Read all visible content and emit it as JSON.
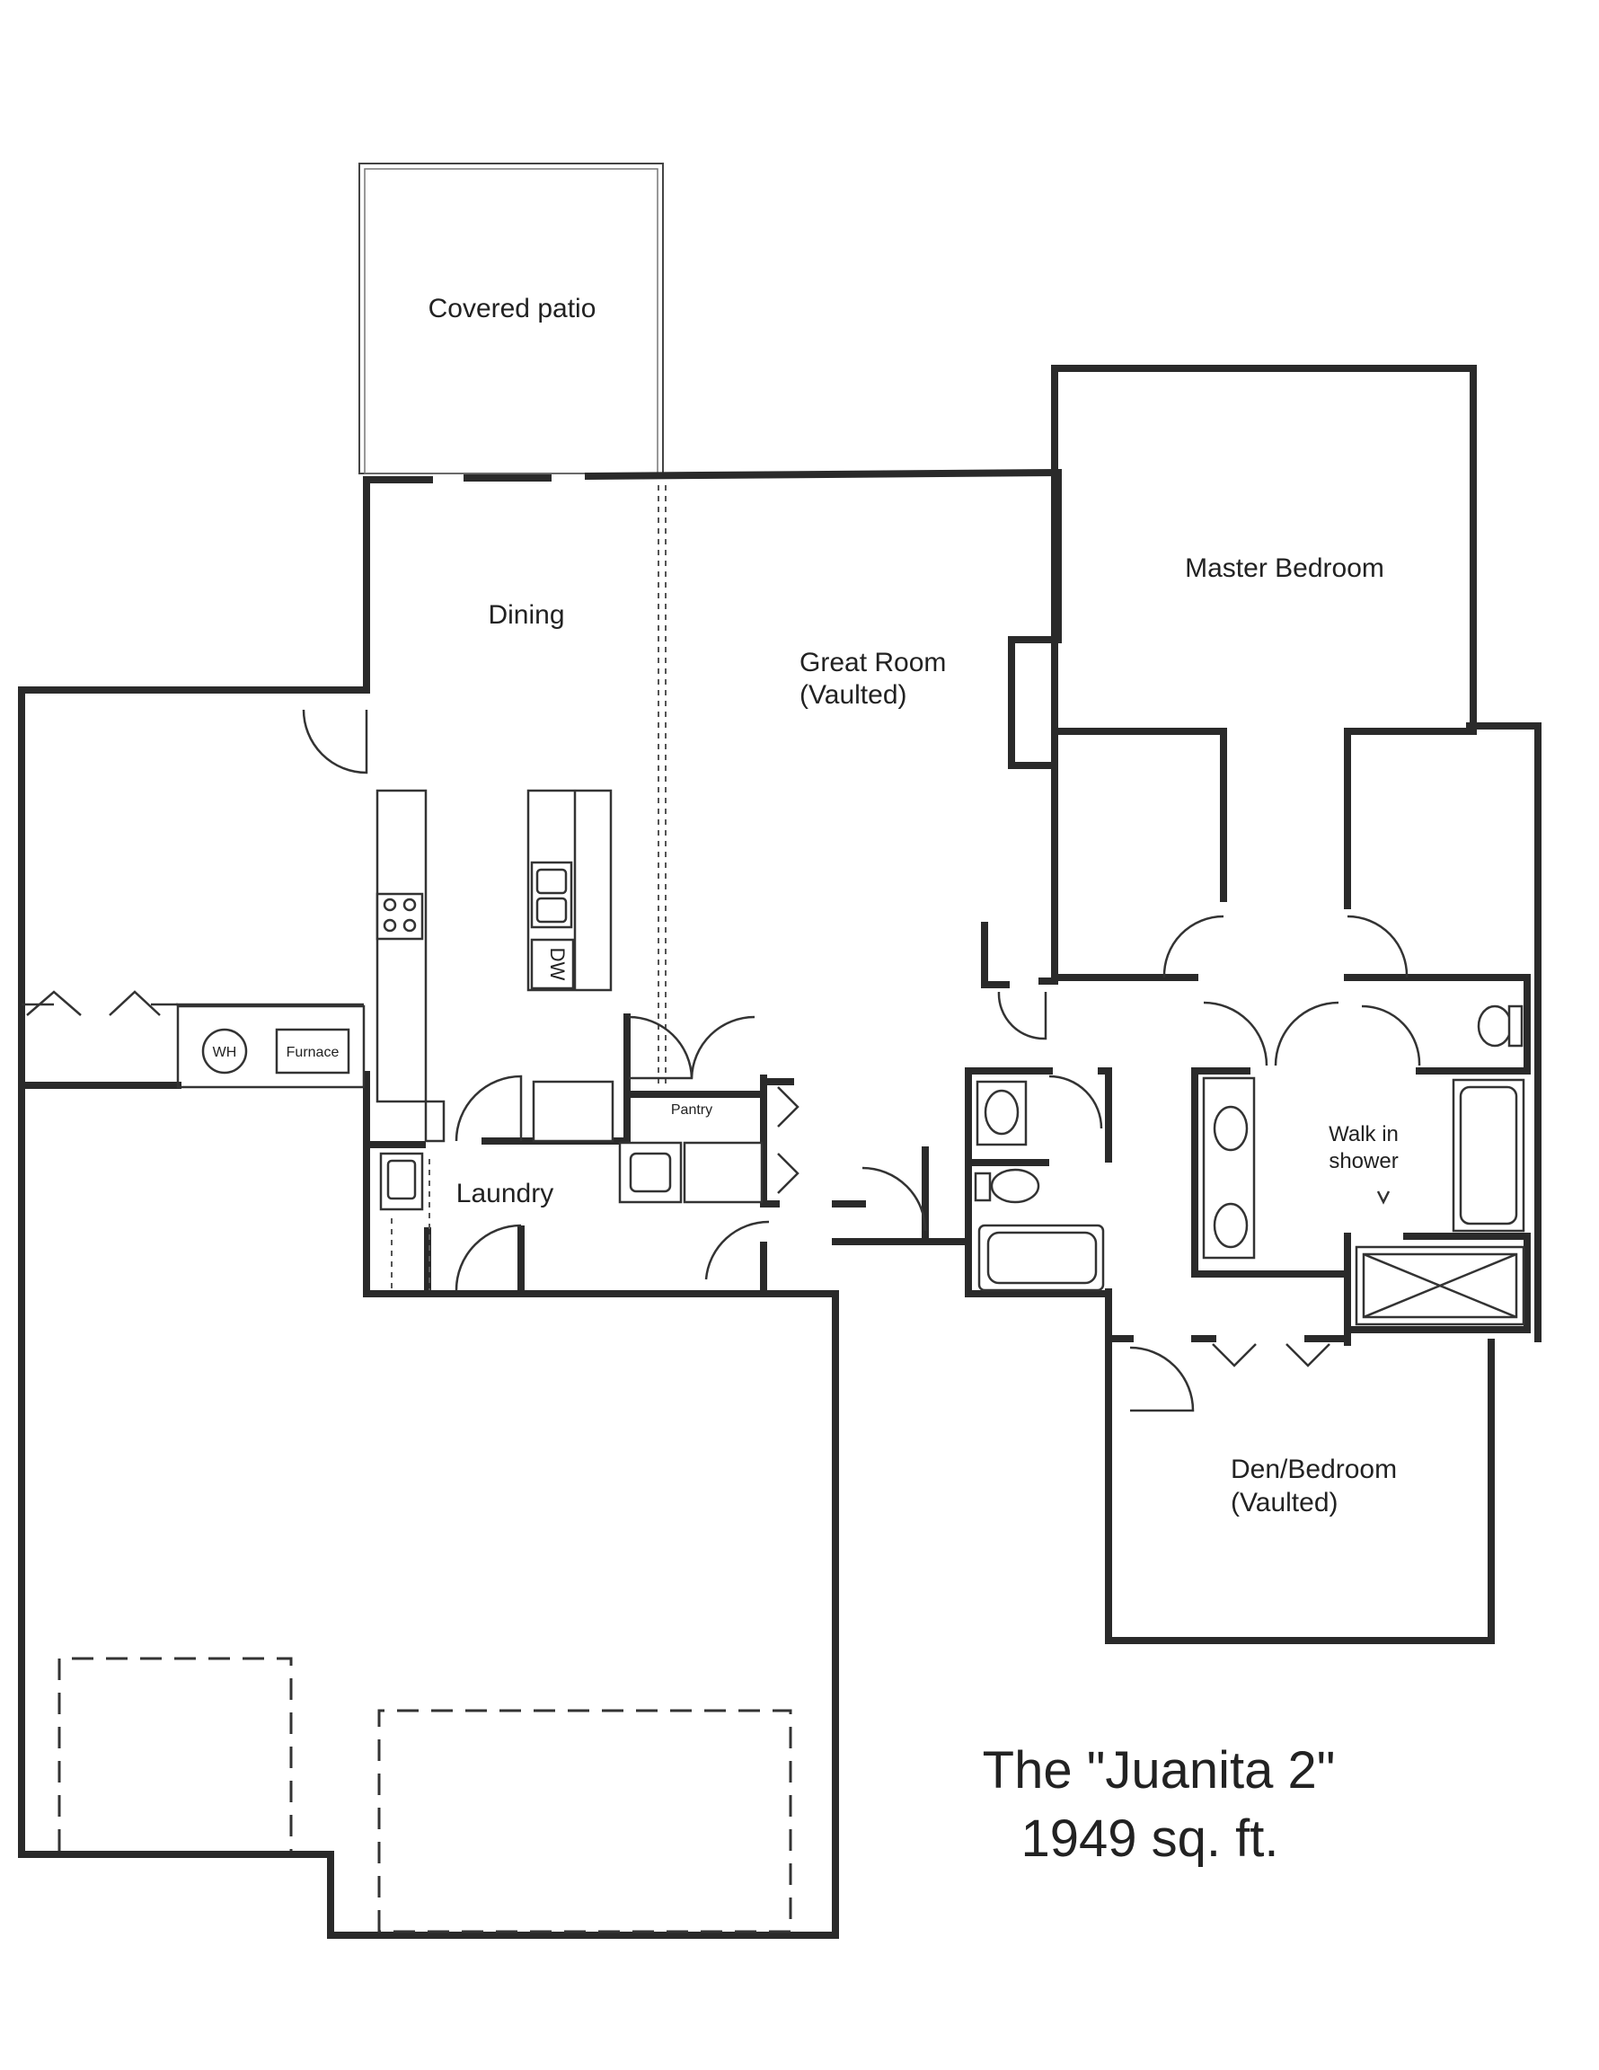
{
  "plan": {
    "title": "The \"Juanita 2\"",
    "area": "1949 sq. ft."
  },
  "rooms": {
    "covered_patio": "Covered patio",
    "dining": "Dining",
    "great_room": "Great Room",
    "great_room_note": "(Vaulted)",
    "master_bedroom": "Master Bedroom",
    "laundry": "Laundry",
    "pantry": "Pantry",
    "walk_in_shower_line1": "Walk in",
    "walk_in_shower_line2": "shower",
    "den_bedroom": "Den/Bedroom",
    "den_note": "(Vaulted)"
  },
  "fixtures": {
    "water_heater": "WH",
    "furnace": "Furnace",
    "dishwasher": "DW"
  },
  "icons": {
    "door": "door-swing-icon",
    "sink": "sink-icon",
    "toilet": "toilet-icon",
    "tub": "bathtub-icon",
    "shower": "shower-icon",
    "stove": "stove-icon"
  }
}
